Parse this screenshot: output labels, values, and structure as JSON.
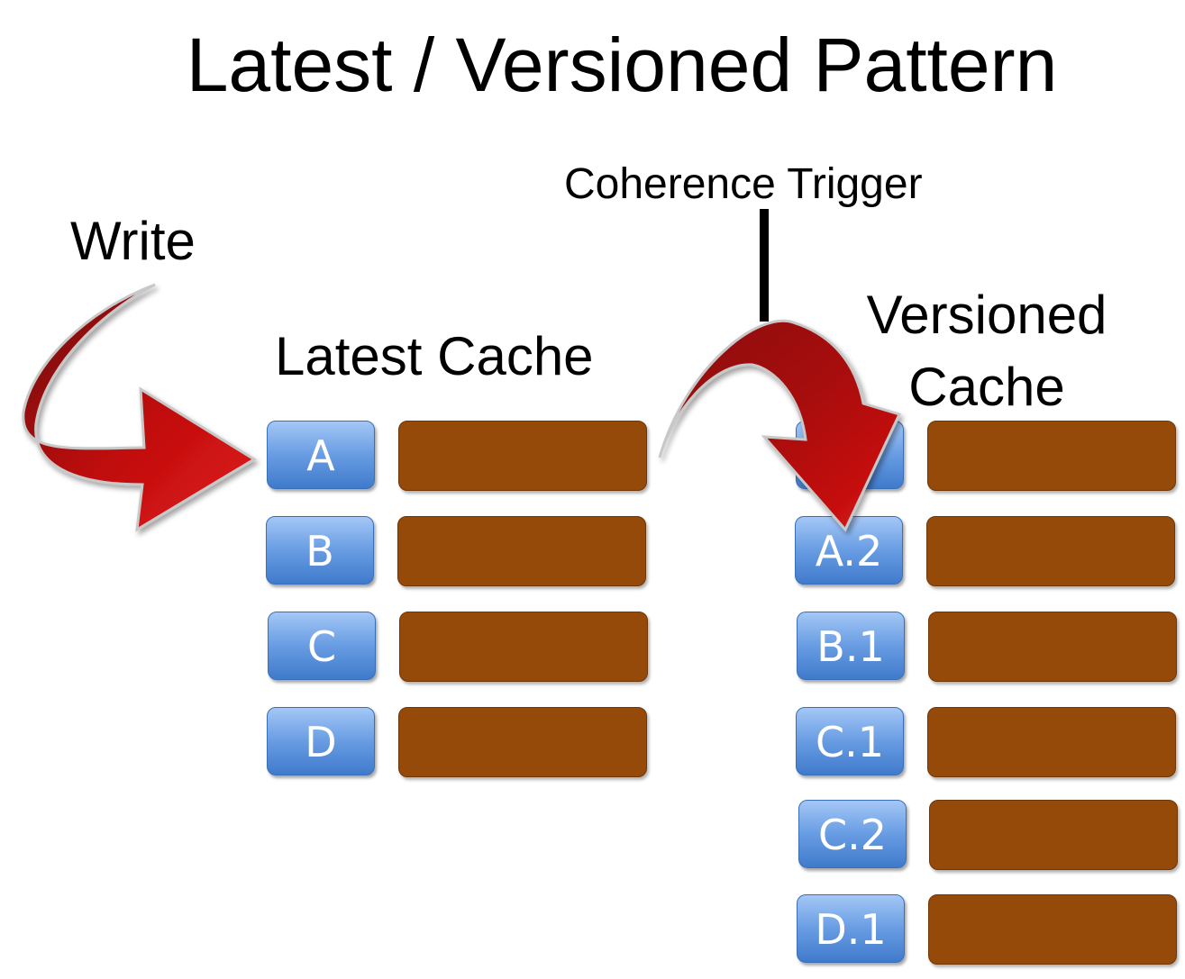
{
  "title": "Latest / Versioned Pattern",
  "labels": {
    "write": "Write",
    "coherence_trigger": "Coherence Trigger",
    "latest_cache": "Latest Cache",
    "versioned_cache_line1": "Versioned",
    "versioned_cache_line2": "Cache"
  },
  "latest_cache": {
    "keys": [
      "A",
      "B",
      "C",
      "D"
    ]
  },
  "versioned_cache": {
    "keys": [
      "",
      "A.2",
      "B.1",
      "C.1",
      "C.2",
      "D.1"
    ]
  },
  "colors": {
    "key_blue": "#6a9ee4",
    "value_brown": "#954a09",
    "arrow_red": "#b80d0d"
  }
}
